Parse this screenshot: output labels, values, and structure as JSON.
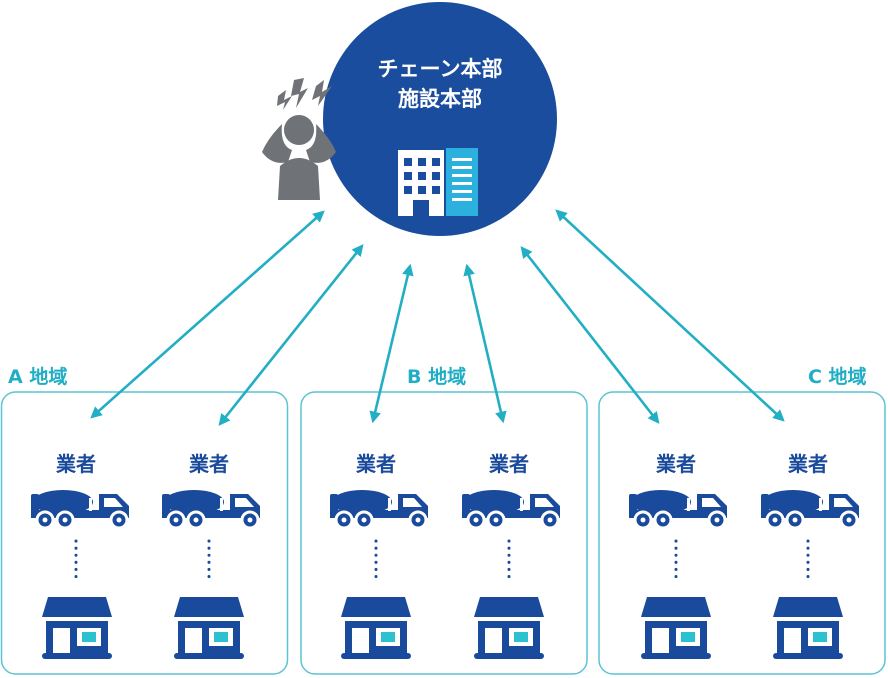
{
  "headquarters": {
    "title_line1": "チェーン本部",
    "title_line2": "施設本部",
    "icon": "office-building-icon",
    "color": "#1a4d9e"
  },
  "stressed_person": {
    "icon": "stressed-person-icon",
    "color": "#6f7277"
  },
  "colors": {
    "arrow": "#22aec3",
    "region_border": "#5cc3d2",
    "vendor": "#1a4a9c",
    "shop_accent": "#2cc1cf"
  },
  "regions": [
    {
      "label": "A 地域",
      "vendors": [
        {
          "label": "業者"
        },
        {
          "label": "業者"
        }
      ]
    },
    {
      "label": "B 地域",
      "vendors": [
        {
          "label": "業者"
        },
        {
          "label": "業者"
        }
      ]
    },
    {
      "label": "C 地域",
      "vendors": [
        {
          "label": "業者"
        },
        {
          "label": "業者"
        }
      ]
    }
  ]
}
